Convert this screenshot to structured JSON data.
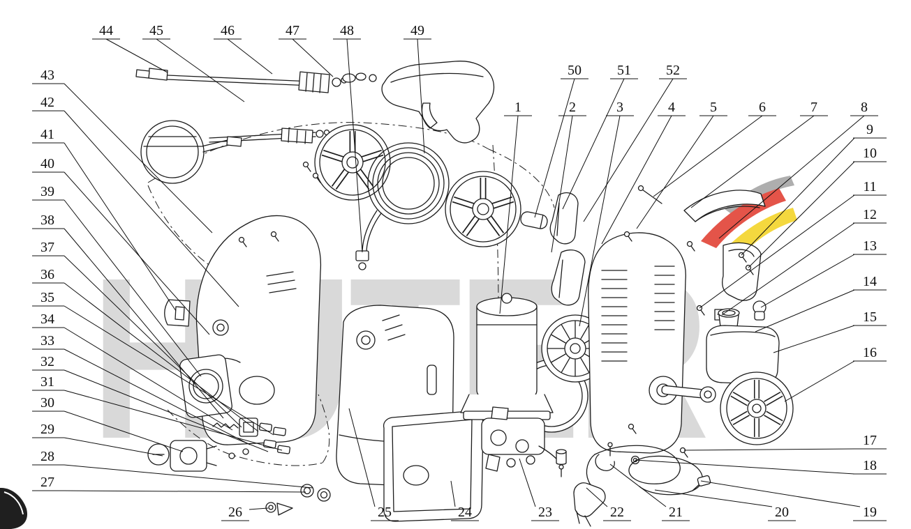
{
  "diagram": {
    "watermark": "HÜTER",
    "callouts": [
      "1",
      "2",
      "3",
      "4",
      "5",
      "6",
      "7",
      "8",
      "9",
      "10",
      "11",
      "12",
      "13",
      "14",
      "15",
      "16",
      "17",
      "18",
      "19",
      "20",
      "21",
      "22",
      "23",
      "24",
      "25",
      "26",
      "27",
      "28",
      "29",
      "30",
      "31",
      "32",
      "33",
      "34",
      "35",
      "36",
      "37",
      "38",
      "39",
      "40",
      "41",
      "42",
      "43",
      "44",
      "45",
      "46",
      "47",
      "48",
      "49",
      "50",
      "51",
      "52"
    ],
    "colors": {
      "line": "#1c1c1c",
      "watermark": "#d9d9d9",
      "logo_gray": "#a8a8a8",
      "logo_red": "#e2463a",
      "logo_yellow": "#f4d52e"
    }
  }
}
